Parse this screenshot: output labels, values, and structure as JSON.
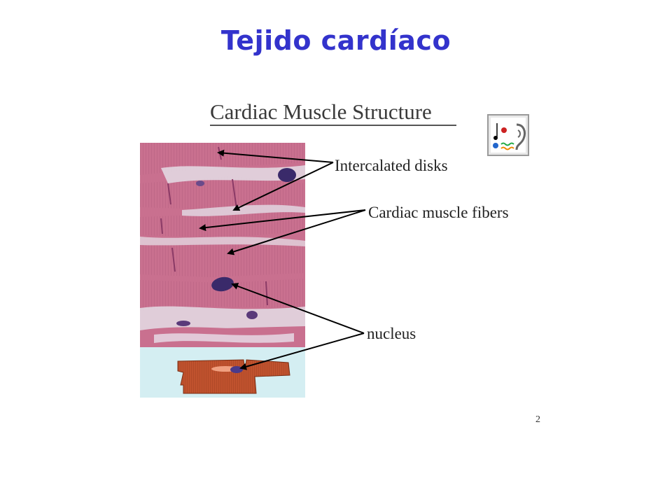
{
  "slide": {
    "title": "Tejido cardíaco"
  },
  "figure": {
    "title": "Cardiac Muscle Structure",
    "labels": {
      "intercalated_disks": "Intercalated disks",
      "cardiac_muscle_fibers": "Cardiac muscle fibers",
      "nucleus": "nucleus"
    },
    "page_number": "2"
  },
  "colors": {
    "title": "#3333cc",
    "tissue": "#c9708f",
    "stroma": "#e4dde6",
    "nucleus": "#3a2a6a",
    "cell_drawing": "#c0522e",
    "cell_background": "#d4eef2"
  },
  "icons": [
    "audio-ear-icon"
  ]
}
